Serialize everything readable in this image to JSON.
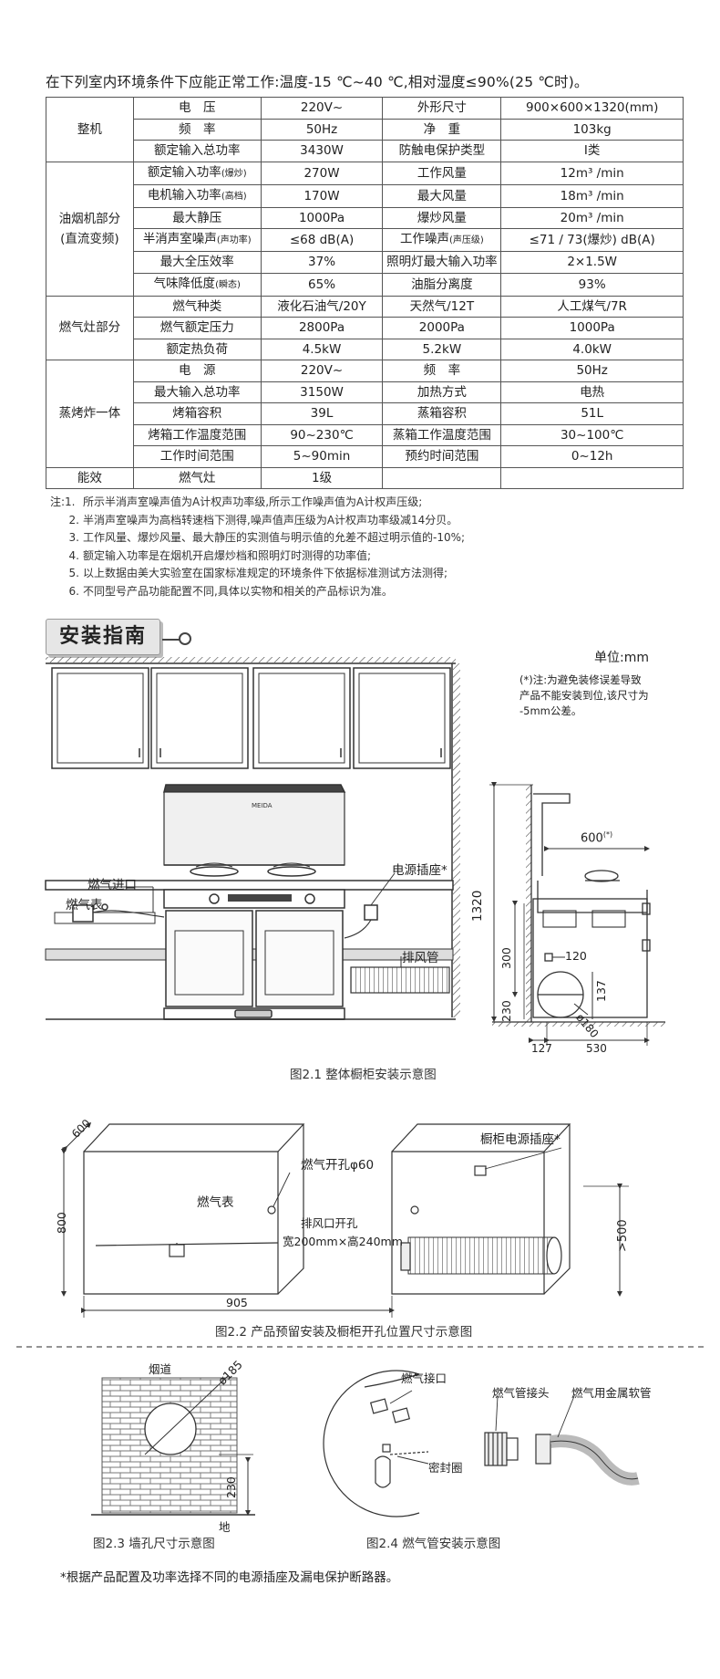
{
  "intro": "在下列室内环境条件下应能正常工作:温度-15 ℃~40 ℃,相对湿度≤90%(25 ℃时)。",
  "spec": {
    "whole_label": "整机",
    "hood_label": "油烟机部分",
    "hood_sub": "(直流变频)",
    "stove_label": "燃气灶部分",
    "oven_label": "蒸烤炸一体",
    "energy_label": "能效",
    "whole": [
      [
        "电　压",
        "220V~",
        "外形尺寸",
        "900×600×1320(mm)"
      ],
      [
        "频　率",
        "50Hz",
        "净　重",
        "103kg"
      ],
      [
        "额定输入总功率",
        "3430W",
        "防触电保护类型",
        "Ⅰ类"
      ]
    ],
    "hood_r1": [
      "额定输入功率",
      "(爆炒)",
      "270W",
      "工作风量",
      "12m³ /min"
    ],
    "hood_r2": [
      "电机输入功率",
      "(高档)",
      "170W",
      "最大风量",
      "18m³ /min"
    ],
    "hood_r3": [
      "最大静压",
      "1000Pa",
      "爆炒风量",
      "20m³ /min"
    ],
    "hood_r4": [
      "半消声室噪声",
      "(声功率)",
      "≤68  dB(A)",
      "工作噪声",
      "(声压级)",
      "≤71 / 73(爆炒)  dB(A)"
    ],
    "hood_r5": [
      "最大全压效率",
      "37%",
      "照明灯最大输入功率",
      "2×1.5W"
    ],
    "hood_r6": [
      "气味降低度",
      "(瞬态)",
      "65%",
      "油脂分离度",
      "93%"
    ],
    "stove": [
      [
        "燃气种类",
        "液化石油气/20Y",
        "天然气/12T",
        "人工煤气/7R"
      ],
      [
        "燃气额定压力",
        "2800Pa",
        "2000Pa",
        "1000Pa"
      ],
      [
        "额定热负荷",
        "4.5kW",
        "5.2kW",
        "4.0kW"
      ]
    ],
    "oven": [
      [
        "电　源",
        "220V~",
        "频　率",
        "50Hz"
      ],
      [
        "最大输入总功率",
        "3150W",
        "加热方式",
        "电热"
      ],
      [
        "烤箱容积",
        "39L",
        "蒸箱容积",
        "51L"
      ],
      [
        "烤箱工作温度范围",
        "90~230℃",
        "蒸箱工作温度范围",
        "30~100℃"
      ],
      [
        "工作时间范围",
        "5~90min",
        "预约时间范围",
        "0~12h"
      ]
    ],
    "energy": [
      "燃气灶",
      "1级"
    ]
  },
  "notes": [
    [
      "注:1.",
      "所示半消声室噪声值为A计权声功率级,所示工作噪声值为A计权声压级;"
    ],
    [
      "2.",
      "半消声室噪声为高档转速档下测得,噪声值声压级为A计权声功率级减14分贝。"
    ],
    [
      "3.",
      "工作风量、爆炒风量、最大静压的实测值与明示值的允差不超过明示值的-10%;"
    ],
    [
      "4.",
      "额定输入功率是在烟机开启爆炒档和照明灯时测得的功率值;"
    ],
    [
      "5.",
      "以上数据由美大实验室在国家标准规定的环境条件下依据标准测试方法测得;"
    ],
    [
      "6.",
      "不同型号产品功能配置不同,具体以实物和相关的产品标识为准。"
    ]
  ],
  "section_title": "安装指南",
  "unit": "单位:mm",
  "tolerance_note": [
    "(*)注:为避免装修误差导致",
    "产品不能安装到位,该尺寸为",
    "-5mm公差。"
  ],
  "brand": "MEIDA",
  "fig1": {
    "gas_inlet": "燃气进口",
    "gas_meter": "燃气表",
    "power_socket": "电源插座*",
    "exhaust_pipe": "排风管",
    "dim_600": "600",
    "dim_600_star": "(*)",
    "dim_1320": "1320",
    "dim_300": "300",
    "dim_230": "230",
    "dim_120": "120",
    "dim_137": "137",
    "dim_180": "180",
    "dim_127": "127",
    "dim_530": "530",
    "caption": "图2.1  整体橱柜安装示意图"
  },
  "fig2": {
    "dim_600": "600",
    "dim_800": "800",
    "gas_meter": "燃气表",
    "gas_hole": "燃气开孔φ60",
    "socket": "橱柜电源插座*",
    "exhaust_hole": "排风口开孔",
    "exhaust_size": "宽200mm×高240mm",
    "dim_500": ">500",
    "dim_905": "905",
    "caption": "图2.2  产品预留安装及橱柜开孔位置尺寸示意图"
  },
  "fig3": {
    "flue": "烟道",
    "dim_185": "185",
    "dim_230": "230",
    "ground": "地",
    "caption": "图2.3 墙孔尺寸示意图"
  },
  "fig4": {
    "gas_port": "燃气接口",
    "seal": "密封圈",
    "connector": "燃气管接头",
    "hose": "燃气用金属软管",
    "caption": "图2.4 燃气管安装示意图"
  },
  "footnote": "*根据产品配置及功率选择不同的电源插座及漏电保护断路器。"
}
